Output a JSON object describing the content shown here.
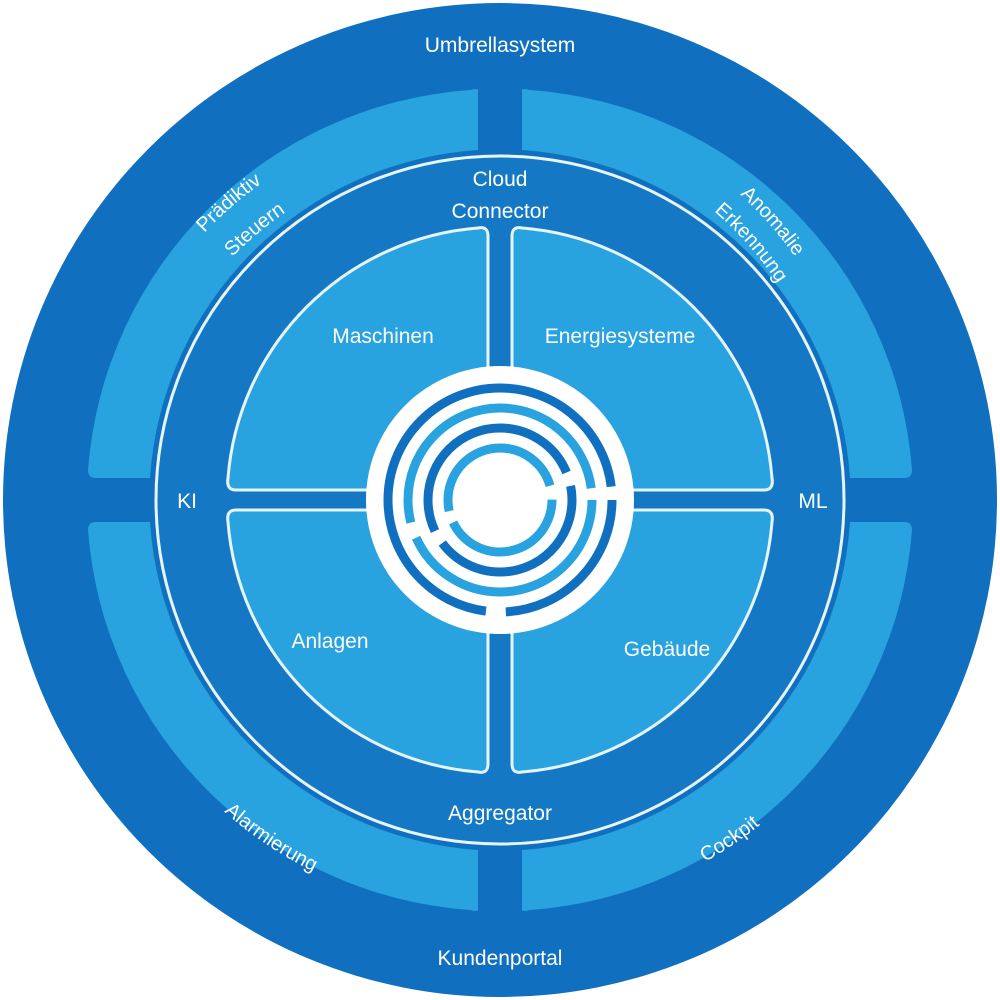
{
  "colors": {
    "outer_ring": "#1070bf",
    "light_segment": "#29a3df",
    "mid_ring": "#1578c4",
    "segment_stroke": "#e6f4fc",
    "center_white": "#ffffff",
    "logo_dark": "#1070bf",
    "logo_light": "#29a3df"
  },
  "outer_ring": {
    "top": "Umbrellasystem",
    "bottom": "Kundenportal"
  },
  "application_segments": {
    "top_left": [
      "Prädiktiv",
      "Steuern"
    ],
    "top_right": [
      "Anomalie",
      "Erkennung"
    ],
    "bottom_left": "Alarmierung",
    "bottom_right": "Cockpit"
  },
  "middle_ring": {
    "top": [
      "Cloud",
      "Connector"
    ],
    "left": "KI",
    "right": "ML",
    "bottom": "Aggregator"
  },
  "inner_segments": {
    "top_left": "Maschinen",
    "top_right": "Energiesysteme",
    "bottom_left": "Anlagen",
    "bottom_right": "Gebäude"
  },
  "center": {
    "logo": "concentric-circles-logo-icon"
  }
}
